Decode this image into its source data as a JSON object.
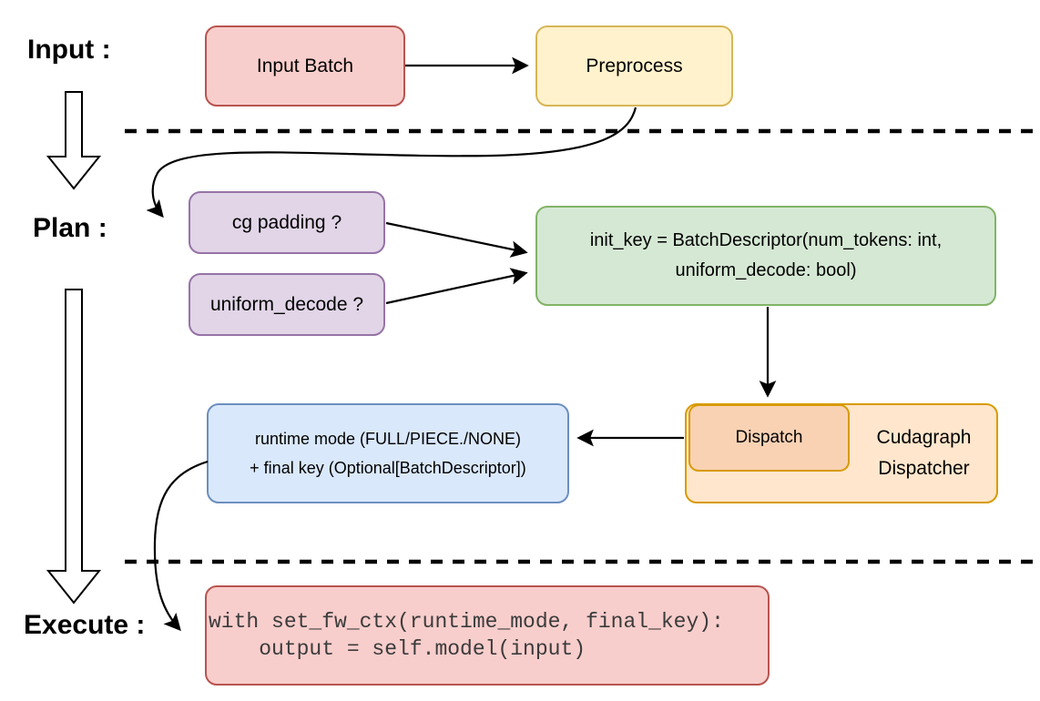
{
  "stages": {
    "input": "Input :",
    "plan": "Plan :",
    "execute": "Execute :"
  },
  "nodes": {
    "input_batch": {
      "label": "Input Batch",
      "fill": "#F8CECC",
      "border": "#B85450"
    },
    "preprocess": {
      "label": "Preprocess",
      "fill": "#FFF2CC",
      "border": "#D6B656"
    },
    "cg_padding": {
      "label": "cg padding ?",
      "fill": "#E1D5E7",
      "border": "#9673A6"
    },
    "uniform_decode": {
      "label": "uniform_decode ?",
      "fill": "#E1D5E7",
      "border": "#9673A6"
    },
    "init_key": {
      "line1": "init_key = BatchDescriptor(num_tokens: int,",
      "line2": "uniform_decode: bool)",
      "fill": "#D5E8D4",
      "border": "#82B366"
    },
    "runtime_mode": {
      "line1": "runtime mode (FULL/PIECE./NONE)",
      "line2": "+ final key (Optional[BatchDescriptor])",
      "fill": "#DAE8FC",
      "border": "#6C8EBF"
    },
    "dispatch": {
      "label": "Dispatch",
      "fill": "#F9D2B4",
      "border": "#D79B00"
    },
    "cudagraph_dispatcher": {
      "line1": "Cudagraph",
      "line2": "Dispatcher",
      "fill": "#FFE6CC",
      "border": "#D79B00"
    },
    "execute_code": {
      "line1": "with set_fw_ctx(runtime_mode, final_key):",
      "line2": "    output = self.model(input)",
      "fill": "#F8CECC",
      "border": "#B85450",
      "text_color": "#3b3b3b"
    }
  },
  "connector_color": "#000000"
}
